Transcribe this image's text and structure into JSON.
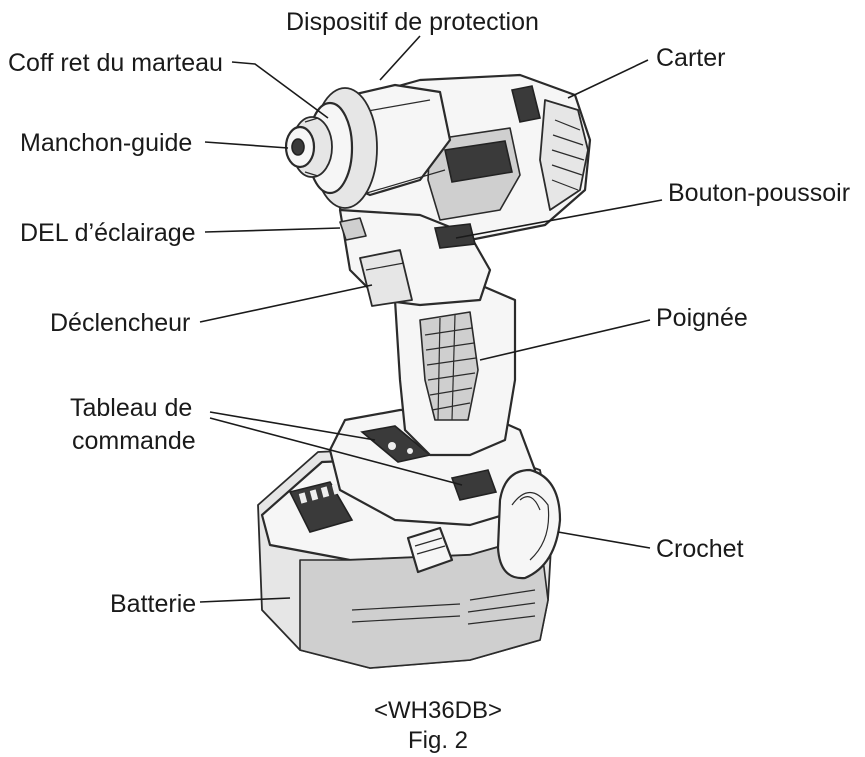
{
  "labels": {
    "dispositif": "Dispositif de protection",
    "coffret": "Coff ret du marteau",
    "manchon": "Manchon-guide",
    "del": "DEL d’éclairage",
    "declencheur": "Déclencheur",
    "tableau_line1": "Tableau de",
    "tableau_line2": "commande",
    "batterie": "Batterie",
    "carter": "Carter",
    "bouton": "Bouton-poussoir",
    "poignee": "Poignée",
    "crochet": "Crochet"
  },
  "caption": {
    "model": "<WH36DB>",
    "figure": "Fig. 2"
  }
}
